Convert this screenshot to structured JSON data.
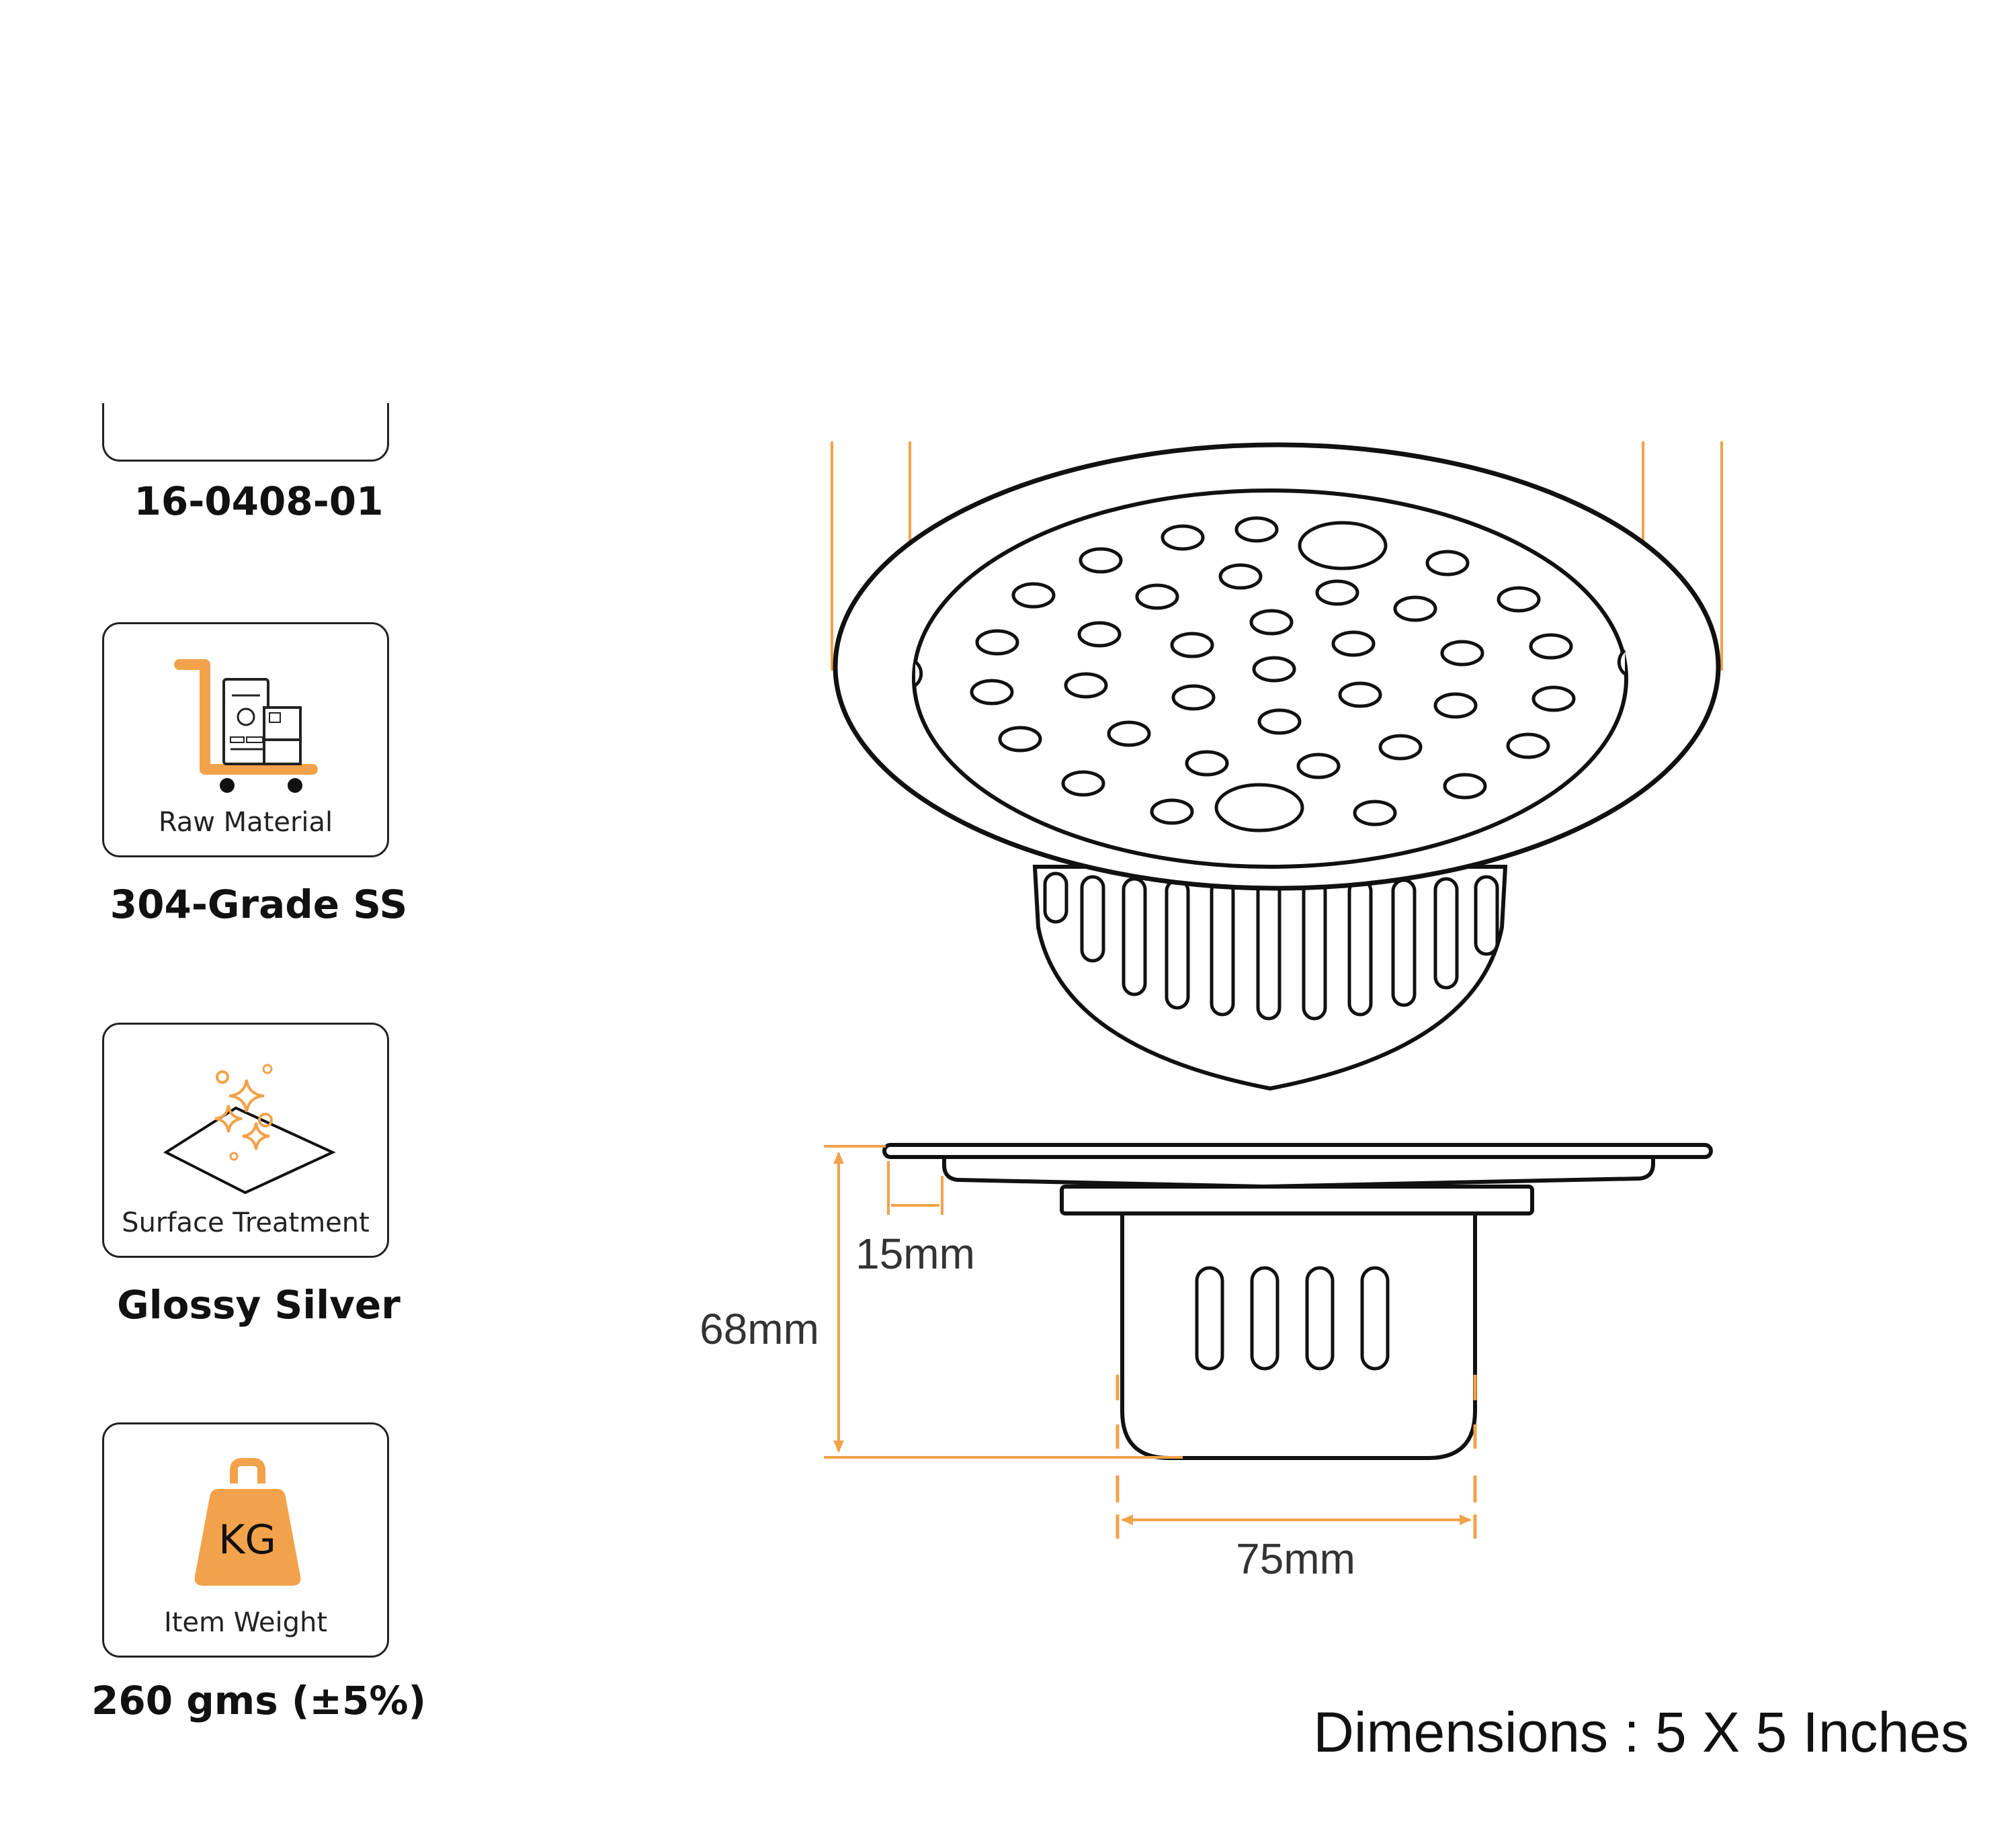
{
  "product_code": "16-0408-01",
  "specs": [
    {
      "caption": "Raw Material",
      "value": "304-Grade SS",
      "icon": "trolley-boxes-icon"
    },
    {
      "caption": "Surface Treatment",
      "value": "Glossy Silver",
      "icon": "sparkle-surface-icon"
    },
    {
      "caption": "Item Weight",
      "value": "260 gms (±5%)",
      "icon": "weight-kg-icon",
      "icon_text": "KG"
    }
  ],
  "diagram": {
    "flange_label": "15mm",
    "height_label": "68mm",
    "body_width_label": "75mm"
  },
  "footer": {
    "dimensions": "Dimensions : 5 X 5 Inches"
  },
  "colors": {
    "accent": "#F2A24A",
    "line": "#111111",
    "border": "#222222"
  }
}
